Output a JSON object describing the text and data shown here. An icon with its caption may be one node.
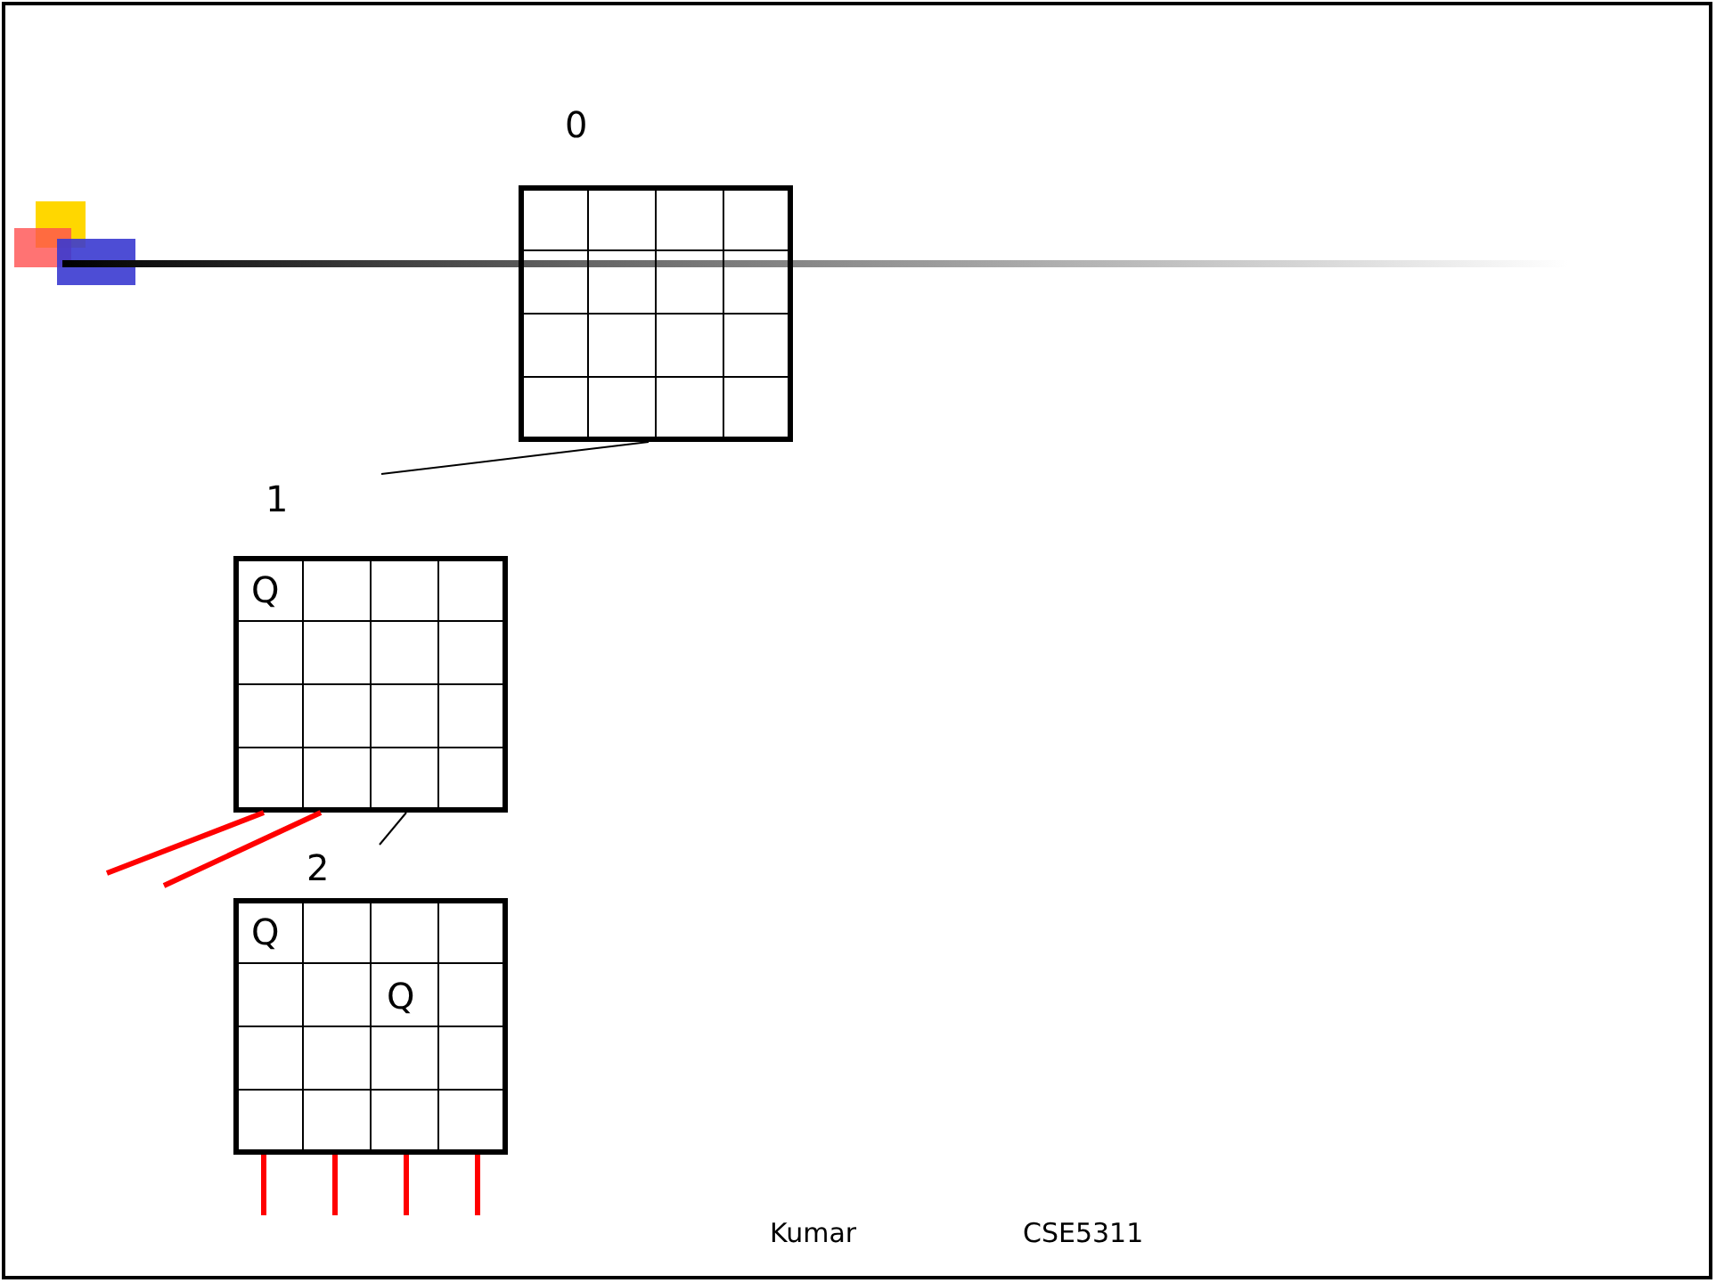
{
  "diagram": {
    "nodes": [
      {
        "text": [
          "0"
        ]
      },
      {
        "text": [
          "1",
          "Q"
        ]
      },
      {
        "text": [
          "2",
          "Q",
          "Q"
        ]
      }
    ],
    "edges": [
      {
        "from": 0,
        "to": 1,
        "arrow": "none",
        "color": "#000000"
      },
      {
        "from": 1,
        "to": null,
        "arrow": "none"
      },
      {
        "from": 1,
        "to": null,
        "arrow": "none"
      },
      {
        "from": 1,
        "to": 2,
        "arrow": "none",
        "color": "#000000"
      },
      {
        "from": 2,
        "to": null,
        "arrow": "none"
      },
      {
        "from": 2,
        "to": null,
        "arrow": "none"
      },
      {
        "from": 2,
        "to": null,
        "arrow": "none"
      },
      {
        "from": 2,
        "to": null,
        "arrow": "none"
      }
    ],
    "labels": [
      "Kumar",
      "CSE5311"
    ]
  }
}
